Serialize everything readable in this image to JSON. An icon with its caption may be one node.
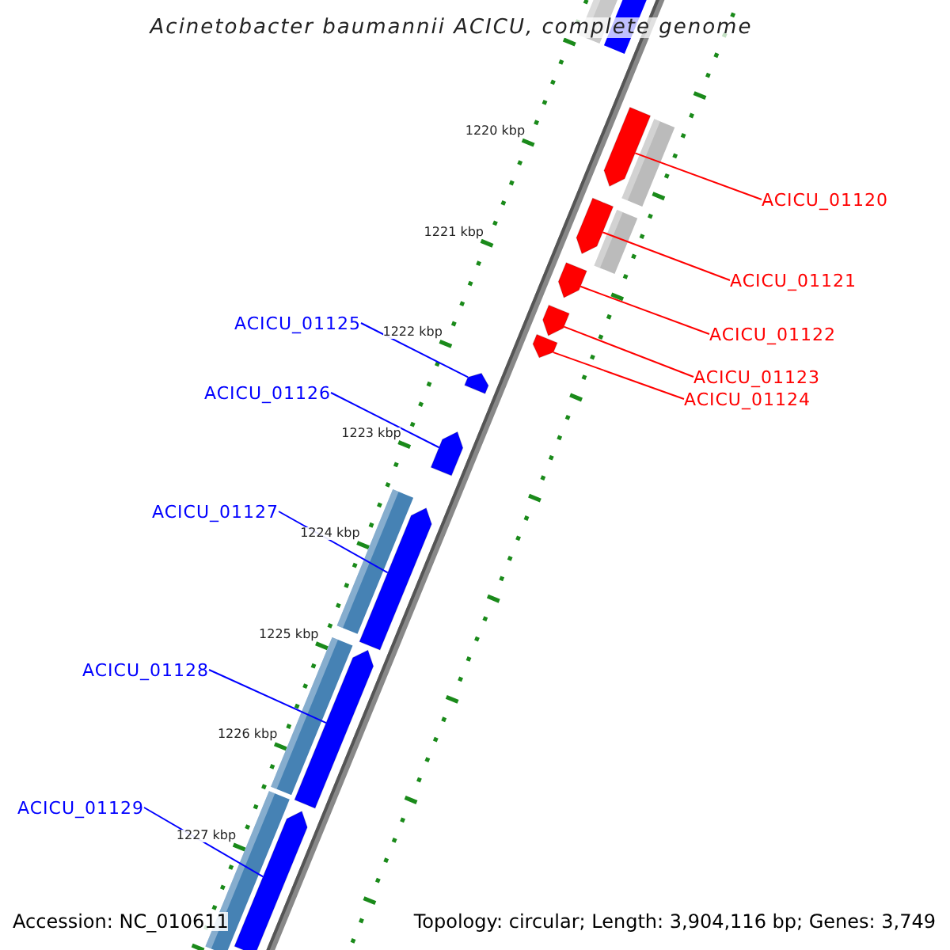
{
  "diagram": {
    "title": "Acinetobacter baumannii ACICU, complete genome",
    "nodes": [
      {
        "text": [
          "ACICU_01120"
        ]
      },
      {
        "text": [
          "ACICU_01121"
        ]
      },
      {
        "text": [
          "ACICU_01122"
        ]
      },
      {
        "text": [
          "ACICU_01123"
        ]
      },
      {
        "text": [
          "ACICU_01124"
        ]
      },
      {
        "text": [
          "ACICU_01125"
        ]
      },
      {
        "text": [
          "ACICU_01126"
        ]
      },
      {
        "text": [
          "ACICU_01127"
        ]
      },
      {
        "text": [
          "ACICU_01128"
        ]
      },
      {
        "text": [
          "ACICU_01129"
        ]
      },
      {
        "text": [],
        "shape": "pentagon"
      },
      {
        "text": [],
        "shape": "pentagon"
      },
      {
        "text": [],
        "shape": "pentagon"
      },
      {
        "text": [],
        "shape": "pentagon"
      },
      {
        "text": [],
        "shape": "pentagon"
      },
      {
        "text": [],
        "shape": "pentagon"
      },
      {
        "text": [],
        "shape": "pentagon"
      },
      {
        "text": [],
        "shape": "pentagon"
      },
      {
        "text": [],
        "shape": "pentagon"
      },
      {
        "text": [],
        "shape": "pentagon"
      }
    ],
    "edges": [
      {
        "from": 0,
        "to": 10,
        "arrow": "none",
        "color": "#ff0000"
      },
      {
        "from": 1,
        "to": 11,
        "arrow": "none",
        "color": "#ff0000"
      },
      {
        "from": 2,
        "to": 12,
        "arrow": "none",
        "color": "#ff0000"
      },
      {
        "from": 3,
        "to": 13,
        "arrow": "none",
        "color": "#ff0000"
      },
      {
        "from": 4,
        "to": 14,
        "arrow": "none",
        "color": "#ff0000"
      },
      {
        "from": 5,
        "to": 15,
        "arrow": "none",
        "color": "#0000ff"
      },
      {
        "from": 6,
        "to": 16,
        "arrow": "none",
        "color": "#0000ff"
      },
      {
        "from": 7,
        "to": 17,
        "arrow": "none",
        "color": "#0000ff"
      },
      {
        "from": 8,
        "to": 18,
        "arrow": "none",
        "color": "#0000ff"
      },
      {
        "from": 9,
        "to": 19,
        "arrow": "none",
        "color": "#0000ff"
      }
    ],
    "labels": [
      "1220 kbp",
      "1221 kbp",
      "1222 kbp",
      "1223 kbp",
      "1224 kbp",
      "1225 kbp",
      "1226 kbp",
      "1227 kbp",
      "Accession: NC_010611",
      "Topology: circular; Length: 3,904,116 bp; Genes: 3,749"
    ]
  }
}
